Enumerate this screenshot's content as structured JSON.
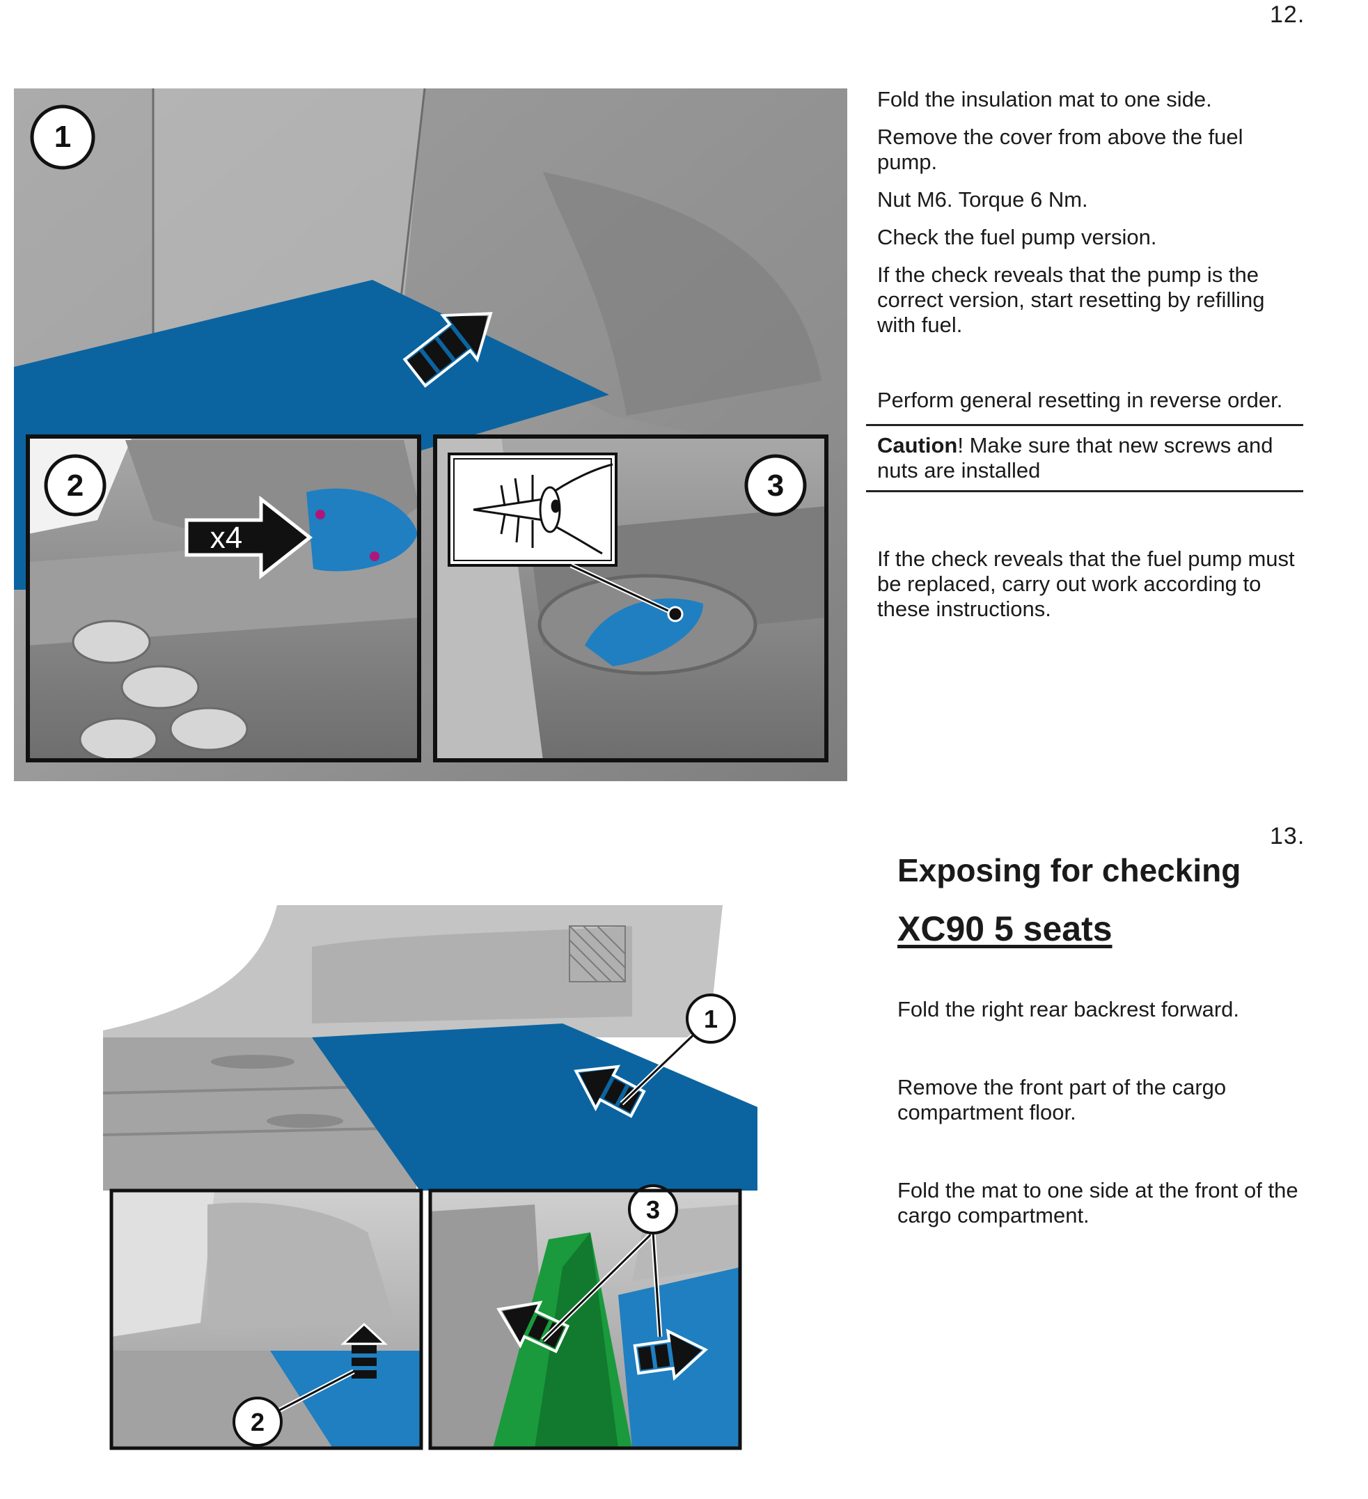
{
  "step12": {
    "number": "12.",
    "figure": {
      "callout_1": "1",
      "callout_2": "2",
      "callout_3": "3",
      "quantity_label": "x4",
      "inspect_icon": "eye-icon"
    },
    "instructions": [
      "Fold the insulation mat to one side.",
      "Remove the cover from above the fuel pump.",
      "Nut M6. Torque 6 Nm.",
      "Check the fuel pump version.",
      "If the check reveals that the pump is the correct version, start resetting by refilling with fuel.",
      "Perform general resetting in reverse order."
    ],
    "caution": {
      "label": "Caution",
      "text": "! Make sure that new screws and nuts are installed"
    },
    "replace_note": "If the check reveals that the fuel pump must be replaced, carry out work according to these instructions."
  },
  "step13": {
    "number": "13.",
    "heading": "Exposing for checking",
    "subheading": "XC90 5 seats",
    "figure": {
      "callout_1": "1",
      "callout_2": "2",
      "callout_3": "3"
    },
    "instructions": [
      "Fold the right rear backrest forward.",
      "Remove the front part of the cargo compartment floor.",
      "Fold the mat to one side at the front of the cargo compartment."
    ]
  },
  "colors": {
    "mat_blue": "#0b64a0",
    "part_green": "#1a9a3c",
    "render_grey": "#9b9b9b",
    "frame": "#111111"
  }
}
